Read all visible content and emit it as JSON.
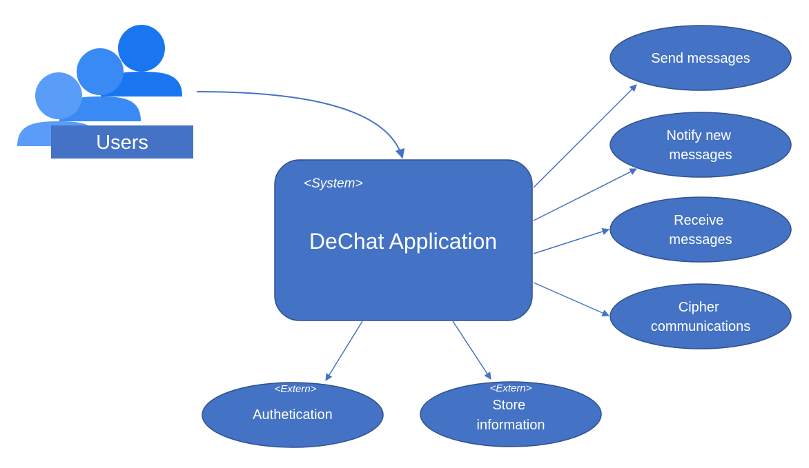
{
  "colors": {
    "shape_fill": "#4472C4",
    "shape_stroke": "#2F528F",
    "connector": "#4472C4",
    "user_back": "#1A75F0",
    "user_mid": "#3A8AF6",
    "user_front": "#5A9DF8",
    "label_text": "#FFFFFF"
  },
  "users": {
    "label": "Users",
    "icon": "users-group-icon"
  },
  "system": {
    "stereotype": "<System>",
    "title": "DeChat Application"
  },
  "functions": [
    {
      "lines": [
        "Send messages"
      ]
    },
    {
      "lines": [
        "Notify new",
        "messages"
      ]
    },
    {
      "lines": [
        "Receive",
        "messages"
      ]
    },
    {
      "lines": [
        "Cipher",
        "communications"
      ]
    }
  ],
  "externals": [
    {
      "stereotype": "<Extern>",
      "lines": [
        "Authetication"
      ]
    },
    {
      "stereotype": "<Extern>",
      "lines": [
        "Store",
        "information"
      ]
    }
  ]
}
